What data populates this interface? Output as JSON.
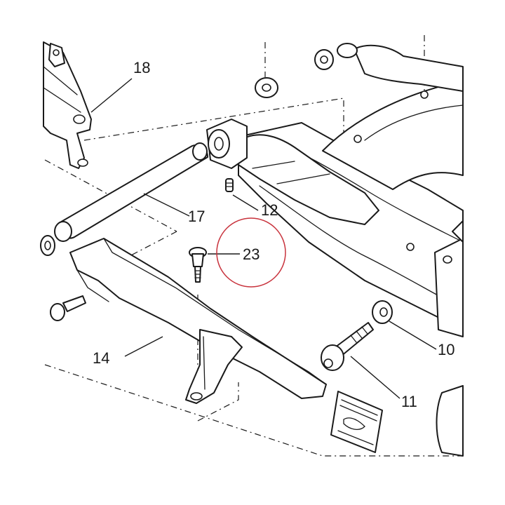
{
  "callouts": [
    {
      "id": "18",
      "label": "18"
    },
    {
      "id": "17",
      "label": "17"
    },
    {
      "id": "12",
      "label": "12"
    },
    {
      "id": "23",
      "label": "23"
    },
    {
      "id": "10",
      "label": "10"
    },
    {
      "id": "14",
      "label": "14"
    },
    {
      "id": "11",
      "label": "11"
    }
  ],
  "highlight": {
    "target": "23",
    "color": "#c8323c"
  },
  "line_color": "#1a1a1a"
}
